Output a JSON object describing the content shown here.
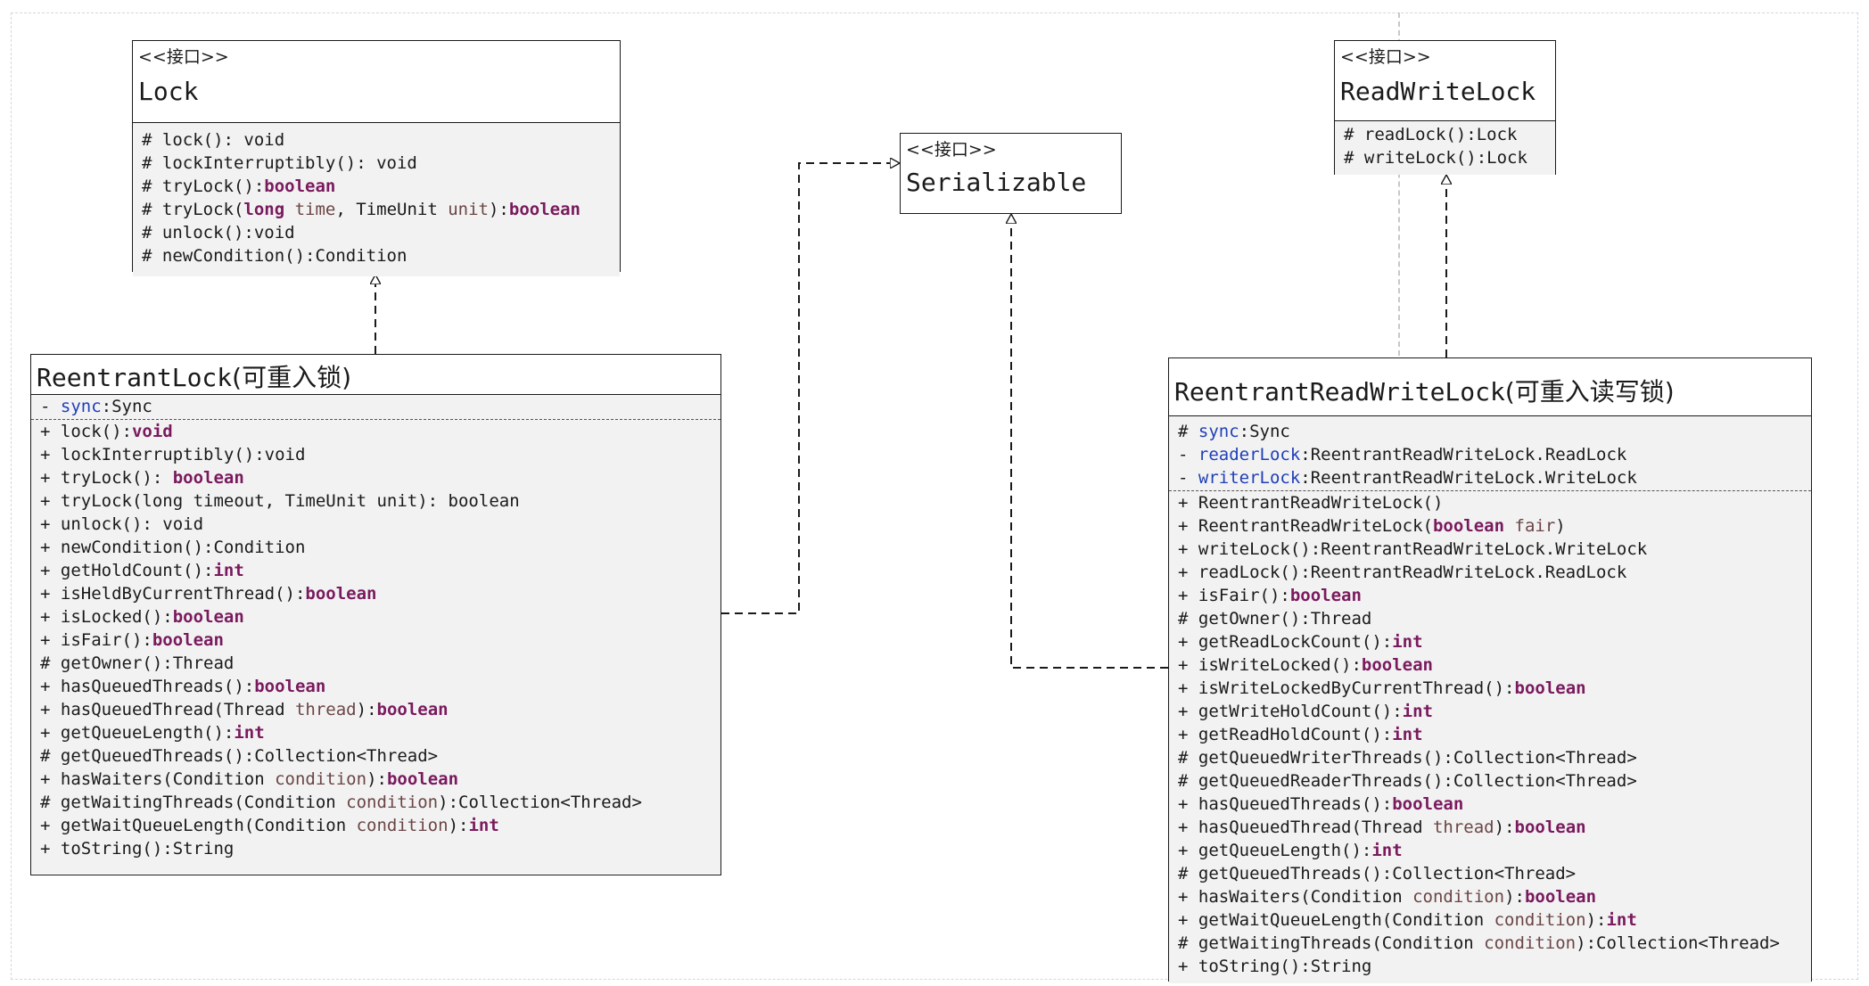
{
  "diagram": {
    "boxes": {
      "lock": {
        "stereotype": "<<接口>>",
        "name": "Lock",
        "attrs": [],
        "ops": [
          [
            {
              "t": "# lock(): void"
            }
          ],
          [
            {
              "t": "# lockInterruptibly(): void"
            }
          ],
          [
            {
              "t": "# tryLock():"
            },
            {
              "t": "boolean",
              "k": "kw"
            }
          ],
          [
            {
              "t": "# tryLock("
            },
            {
              "t": "long",
              "k": "kw"
            },
            {
              "t": " "
            },
            {
              "t": "time",
              "k": "param"
            },
            {
              "t": ", TimeUnit "
            },
            {
              "t": "unit",
              "k": "param"
            },
            {
              "t": "):"
            },
            {
              "t": "boolean",
              "k": "kw"
            }
          ],
          [
            {
              "t": "# unlock():void"
            }
          ],
          [
            {
              "t": "# newCondition():Condition"
            }
          ]
        ]
      },
      "serializable": {
        "stereotype": "<<接口>>",
        "name": "Serializable",
        "attrs": [],
        "ops": []
      },
      "readwritelock": {
        "stereotype": "<<接口>>",
        "name": "ReadWriteLock",
        "attrs": [],
        "ops": [
          [
            {
              "t": "# readLock():Lock"
            }
          ],
          [
            {
              "t": "# writeLock():Lock"
            }
          ]
        ]
      },
      "reentrantlock": {
        "name": "ReentrantLock",
        "name_cn": "(可重入锁)",
        "attrs": [
          [
            {
              "t": "- "
            },
            {
              "t": "sync",
              "k": "field"
            },
            {
              "t": ":Sync"
            }
          ]
        ],
        "ops": [
          [
            {
              "t": "+ lock():"
            },
            {
              "t": "void",
              "k": "kw"
            }
          ],
          [
            {
              "t": "+ lockInterruptibly():void"
            }
          ],
          [
            {
              "t": "+ tryLock(): "
            },
            {
              "t": "boolean",
              "k": "kw"
            }
          ],
          [
            {
              "t": "+ tryLock(long timeout, TimeUnit unit): boolean"
            }
          ],
          [
            {
              "t": "+ unlock(): void"
            }
          ],
          [
            {
              "t": "+ newCondition():Condition"
            }
          ],
          [
            {
              "t": "+ getHoldCount():"
            },
            {
              "t": "int",
              "k": "kw"
            }
          ],
          [
            {
              "t": "+ isHeldByCurrentThread():"
            },
            {
              "t": "boolean",
              "k": "kw"
            }
          ],
          [
            {
              "t": "+ isLocked():"
            },
            {
              "t": "boolean",
              "k": "kw"
            }
          ],
          [
            {
              "t": "+ isFair():"
            },
            {
              "t": "boolean",
              "k": "kw"
            }
          ],
          [
            {
              "t": "# getOwner():Thread"
            }
          ],
          [
            {
              "t": "+ hasQueuedThreads():"
            },
            {
              "t": "boolean",
              "k": "kw"
            }
          ],
          [
            {
              "t": "+ hasQueuedThread(Thread "
            },
            {
              "t": "thread",
              "k": "param"
            },
            {
              "t": "):"
            },
            {
              "t": "boolean",
              "k": "kw"
            }
          ],
          [
            {
              "t": "+ getQueueLength():"
            },
            {
              "t": "int",
              "k": "kw"
            }
          ],
          [
            {
              "t": "# getQueuedThreads():Collection<Thread>"
            }
          ],
          [
            {
              "t": "+ hasWaiters(Condition "
            },
            {
              "t": "condition",
              "k": "param"
            },
            {
              "t": "):"
            },
            {
              "t": "boolean",
              "k": "kw"
            }
          ],
          [
            {
              "t": "# getWaitingThreads(Condition "
            },
            {
              "t": "condition",
              "k": "param"
            },
            {
              "t": "):Collection<Thread>"
            }
          ],
          [
            {
              "t": "+ getWaitQueueLength(Condition "
            },
            {
              "t": "condition",
              "k": "param"
            },
            {
              "t": "):"
            },
            {
              "t": "int",
              "k": "kw"
            }
          ],
          [
            {
              "t": "+ toString():String"
            }
          ]
        ]
      },
      "reentrantrwlock": {
        "name": "ReentrantReadWriteLock",
        "name_cn": "(可重入读写锁)",
        "attrs": [
          [
            {
              "t": "# "
            },
            {
              "t": "sync",
              "k": "field"
            },
            {
              "t": ":Sync"
            }
          ],
          [
            {
              "t": "- "
            },
            {
              "t": "readerLock",
              "k": "field"
            },
            {
              "t": ":ReentrantReadWriteLock.ReadLock"
            }
          ],
          [
            {
              "t": "- "
            },
            {
              "t": "writerLock",
              "k": "field"
            },
            {
              "t": ":ReentrantReadWriteLock.WriteLock"
            }
          ]
        ],
        "ops": [
          [
            {
              "t": "+ ReentrantReadWriteLock()"
            }
          ],
          [
            {
              "t": "+ ReentrantReadWriteLock("
            },
            {
              "t": "boolean",
              "k": "kw"
            },
            {
              "t": " "
            },
            {
              "t": "fair",
              "k": "param"
            },
            {
              "t": ")"
            }
          ],
          [
            {
              "t": "+ writeLock():ReentrantReadWriteLock.WriteLock"
            }
          ],
          [
            {
              "t": "+ readLock():ReentrantReadWriteLock.ReadLock"
            }
          ],
          [
            {
              "t": "+ isFair():"
            },
            {
              "t": "boolean",
              "k": "kw"
            }
          ],
          [
            {
              "t": "# getOwner():Thread"
            }
          ],
          [
            {
              "t": "+ getReadLockCount():"
            },
            {
              "t": "int",
              "k": "kw"
            }
          ],
          [
            {
              "t": "+ isWriteLocked():"
            },
            {
              "t": "boolean",
              "k": "kw"
            }
          ],
          [
            {
              "t": "+ isWriteLockedByCurrentThread():"
            },
            {
              "t": "boolean",
              "k": "kw"
            }
          ],
          [
            {
              "t": "+ getWriteHoldCount():"
            },
            {
              "t": "int",
              "k": "kw"
            }
          ],
          [
            {
              "t": "+ getReadHoldCount():"
            },
            {
              "t": "int",
              "k": "kw"
            }
          ],
          [
            {
              "t": "# getQueuedWriterThreads():Collection<Thread>"
            }
          ],
          [
            {
              "t": "# getQueuedReaderThreads():Collection<Thread>"
            }
          ],
          [
            {
              "t": "+ hasQueuedThreads():"
            },
            {
              "t": "boolean",
              "k": "kw"
            }
          ],
          [
            {
              "t": "+ hasQueuedThread(Thread "
            },
            {
              "t": "thread",
              "k": "param"
            },
            {
              "t": "):"
            },
            {
              "t": "boolean",
              "k": "kw"
            }
          ],
          [
            {
              "t": "+ getQueueLength():"
            },
            {
              "t": "int",
              "k": "kw"
            }
          ],
          [
            {
              "t": "# getQueuedThreads():Collection<Thread>"
            }
          ],
          [
            {
              "t": "+ hasWaiters(Condition "
            },
            {
              "t": "condition",
              "k": "param"
            },
            {
              "t": "):"
            },
            {
              "t": "boolean",
              "k": "kw"
            }
          ],
          [
            {
              "t": "+ getWaitQueueLength(Condition "
            },
            {
              "t": "condition",
              "k": "param"
            },
            {
              "t": "):"
            },
            {
              "t": "int",
              "k": "kw"
            }
          ],
          [
            {
              "t": "# getWaitingThreads(Condition "
            },
            {
              "t": "condition",
              "k": "param"
            },
            {
              "t": "):Collection<Thread>"
            }
          ],
          [
            {
              "t": "+ toString():String"
            }
          ]
        ]
      }
    },
    "relations": [
      {
        "from": "reentrantlock",
        "to": "lock",
        "kind": "realization"
      },
      {
        "from": "reentrantlock",
        "to": "serializable",
        "kind": "realization"
      },
      {
        "from": "reentrantrwlock",
        "to": "serializable",
        "kind": "realization"
      },
      {
        "from": "reentrantrwlock",
        "to": "readwritelock",
        "kind": "realization"
      }
    ],
    "colors": {
      "keyword": "#7a1a5e",
      "parameter": "#6b4545",
      "field": "#1f3fb8",
      "body_fill": "#f2f2f2",
      "line": "#1a1a1a"
    }
  }
}
